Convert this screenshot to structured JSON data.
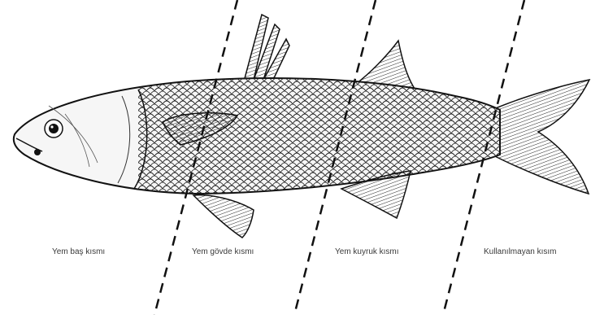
{
  "diagram": {
    "subject": "mullet-fish-illustration",
    "sections": [
      {
        "key": "head",
        "label": "Yem baş kısmı"
      },
      {
        "key": "body",
        "label": "Yem gövde kısmı"
      },
      {
        "key": "tail",
        "label": "Yem kuyruk kısmı"
      },
      {
        "key": "unused",
        "label": "Kullanılmayan kısım"
      }
    ],
    "colors": {
      "line": "#111111",
      "scale": "#222222",
      "background": "#ffffff"
    }
  }
}
